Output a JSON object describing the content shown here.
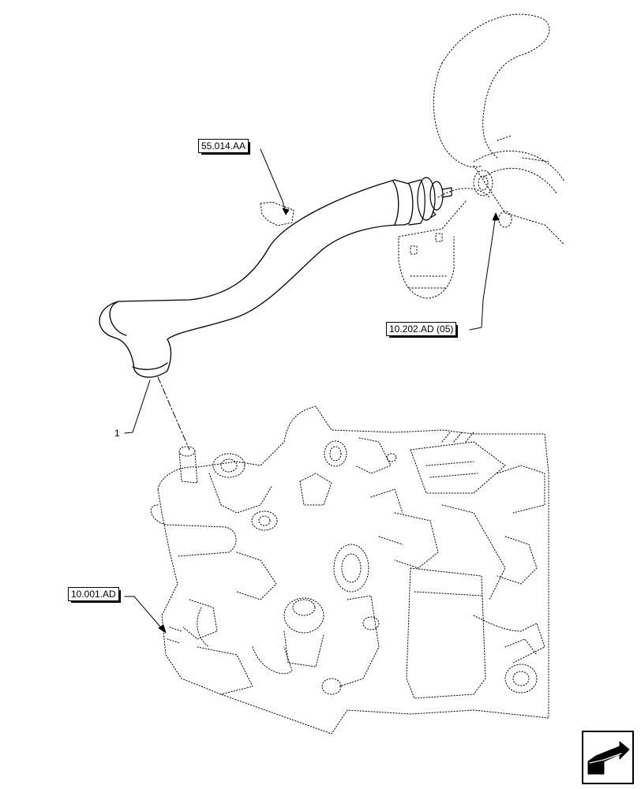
{
  "references": {
    "ref_55_014": "55.014.AA",
    "ref_10_202": "10.202.AD (05)",
    "ref_10_001": "10.001.AD"
  },
  "callouts": {
    "item_1": "1"
  },
  "icons": {
    "navigation": "next-page-arrow-icon"
  },
  "colors": {
    "line": "#000000",
    "background": "#ffffff"
  }
}
